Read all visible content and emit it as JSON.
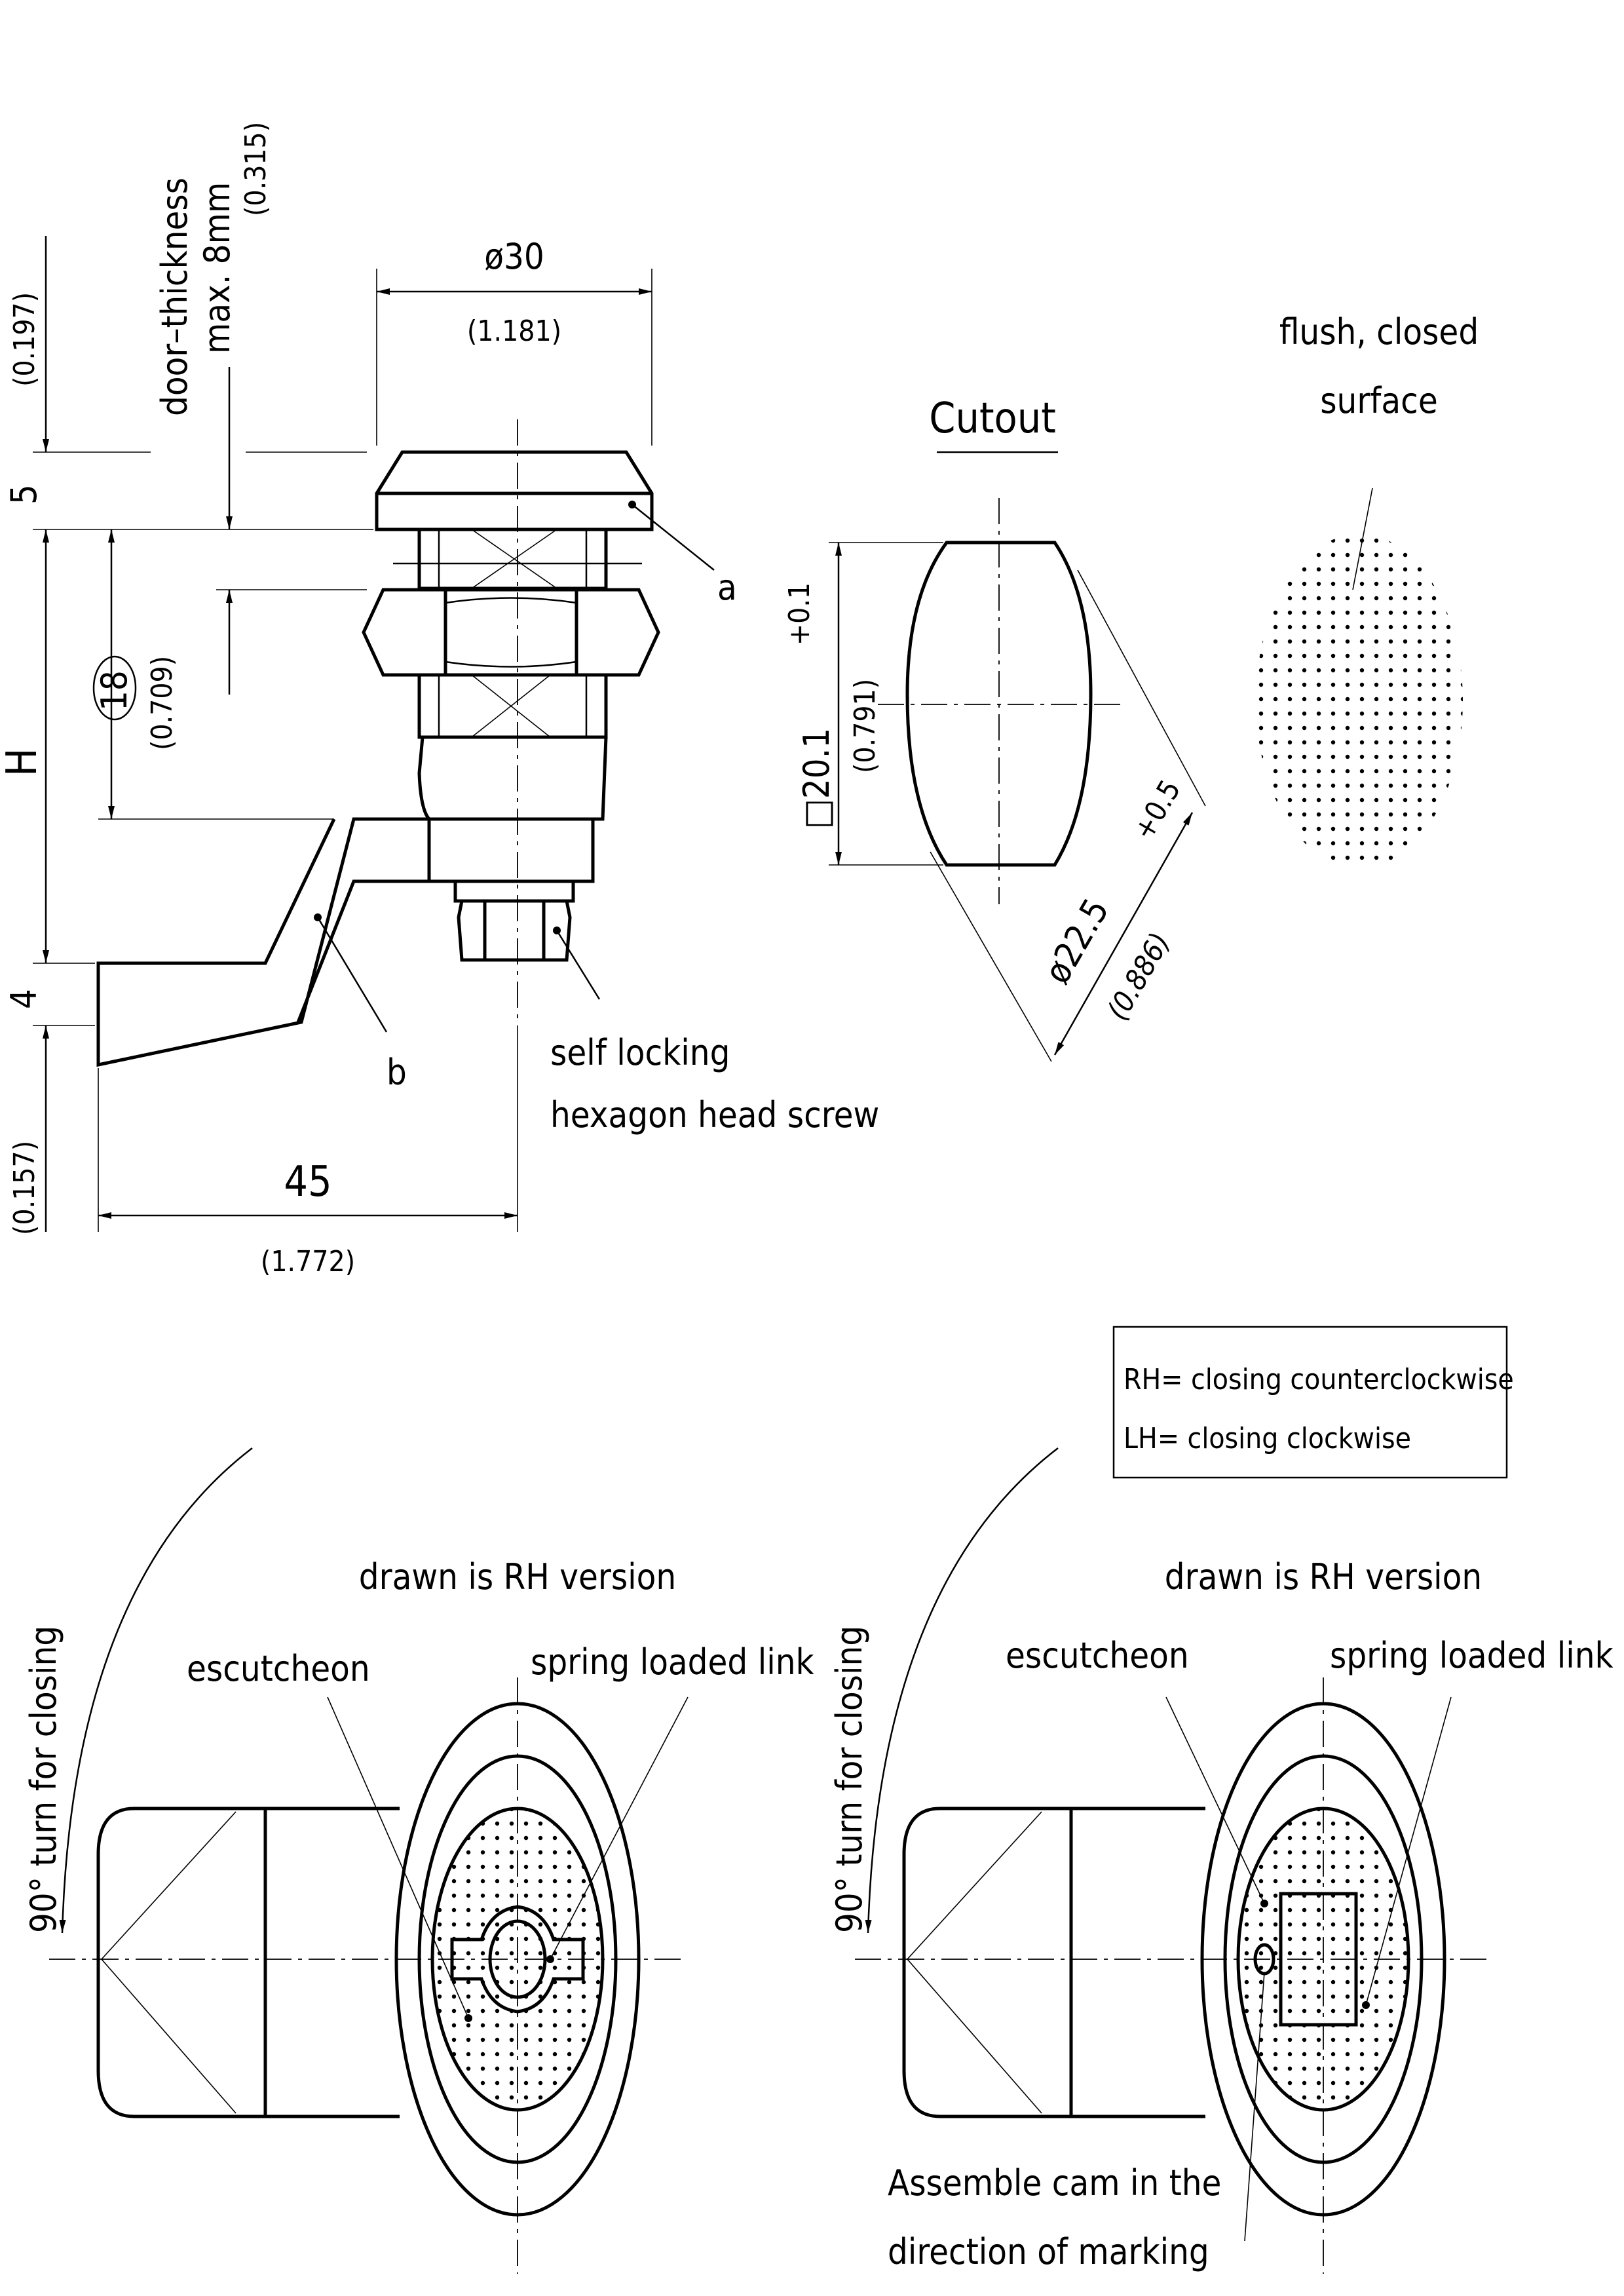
{
  "side_view": {
    "door_thickness_label": "door–thickness",
    "door_thickness_max": "max.  8mm",
    "door_thickness_inch": "(0.315)",
    "dim_top_inch": "(0.197)",
    "dim_5": "5",
    "dim_H": "H",
    "dim_18": "18",
    "dim_18_inch": "(0.709)",
    "dim_4": "4",
    "dim_bottom_inch": "(0.157)",
    "dia_30": "ø30",
    "dia_30_inch": "(1.181)",
    "dim_45": "45",
    "dim_45_inch": "(1.772)",
    "label_a": "a",
    "label_b": "b",
    "screw_line1": "self locking",
    "screw_line2": "hexagon head screw"
  },
  "cutout": {
    "title": "Cutout",
    "square_size": "□20.1",
    "square_tol": "+0.1",
    "square_inch": "(0.791)",
    "dia_size": "ø22.5",
    "dia_tol": "+0.5",
    "dia_inch": "(0.886)"
  },
  "surface": {
    "line1": "flush, closed",
    "line2": "surface"
  },
  "legend": {
    "rh": "RH= closing counterclockwise",
    "lh": "LH= closing clockwise"
  },
  "front_left": {
    "turn": "90°  turn for closing",
    "version": "drawn is RH version",
    "escutcheon": "escutcheon",
    "link": "spring loaded link"
  },
  "front_right": {
    "turn": "90°  turn for closing",
    "version": "drawn is RH version",
    "escutcheon": "escutcheon",
    "link": "spring loaded link",
    "assemble_line1": "Assemble cam in the",
    "assemble_line2": "direction of marking"
  }
}
